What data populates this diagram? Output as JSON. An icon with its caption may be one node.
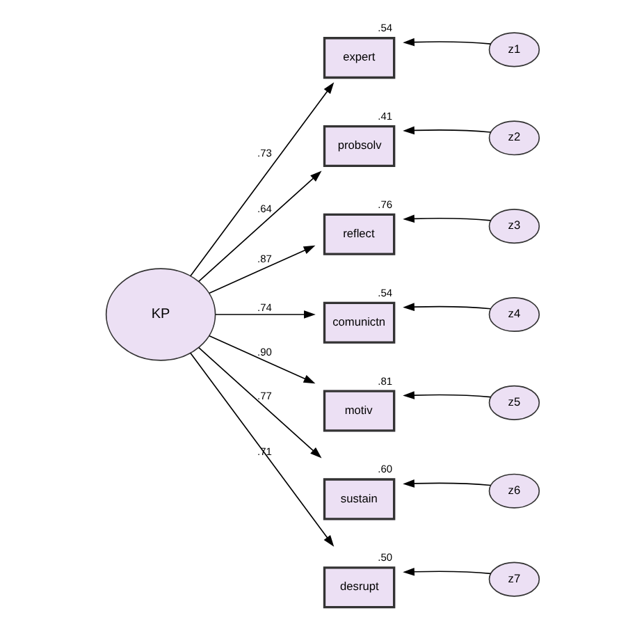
{
  "diagram": {
    "nodes": [
      {
        "text": [
          "KP"
        ]
      },
      {
        "text": [
          "expert"
        ],
        "beside": [
          ".54"
        ]
      },
      {
        "text": [
          "probsolv"
        ],
        "beside": [
          ".41"
        ]
      },
      {
        "text": [
          "reflect"
        ],
        "beside": [
          ".76"
        ]
      },
      {
        "text": [
          "comunictn"
        ],
        "beside": [
          ".54"
        ]
      },
      {
        "text": [
          "motiv"
        ],
        "beside": [
          ".81"
        ]
      },
      {
        "text": [
          "sustain"
        ],
        "beside": [
          ".60"
        ]
      },
      {
        "text": [
          "desrupt"
        ],
        "beside": [
          ".50"
        ]
      },
      {
        "text": [
          "z1"
        ]
      },
      {
        "text": [
          "z2"
        ]
      },
      {
        "text": [
          "z3"
        ]
      },
      {
        "text": [
          "z4"
        ]
      },
      {
        "text": [
          "z5"
        ]
      },
      {
        "text": [
          "z6"
        ]
      },
      {
        "text": [
          "z7"
        ]
      }
    ],
    "edges": [
      {
        "from": 0,
        "to": 1,
        "arrow": "to",
        "label": ".73"
      },
      {
        "from": 0,
        "to": 2,
        "arrow": "to",
        "label": ".64"
      },
      {
        "from": 0,
        "to": 3,
        "arrow": "to",
        "label": ".87"
      },
      {
        "from": 0,
        "to": 4,
        "arrow": "to",
        "label": ".74"
      },
      {
        "from": 0,
        "to": 5,
        "arrow": "to",
        "label": ".90"
      },
      {
        "from": 0,
        "to": 6,
        "arrow": "to",
        "label": ".77"
      },
      {
        "from": 0,
        "to": 7,
        "arrow": "to",
        "label": ".71"
      },
      {
        "from": 8,
        "to": 1,
        "arrow": "to"
      },
      {
        "from": 9,
        "to": 2,
        "arrow": "to"
      },
      {
        "from": 10,
        "to": 3,
        "arrow": "to"
      },
      {
        "from": 11,
        "to": 4,
        "arrow": "to"
      },
      {
        "from": 12,
        "to": 5,
        "arrow": "to"
      },
      {
        "from": 13,
        "to": 6,
        "arrow": "to"
      },
      {
        "from": 14,
        "to": 7,
        "arrow": "to"
      }
    ]
  }
}
